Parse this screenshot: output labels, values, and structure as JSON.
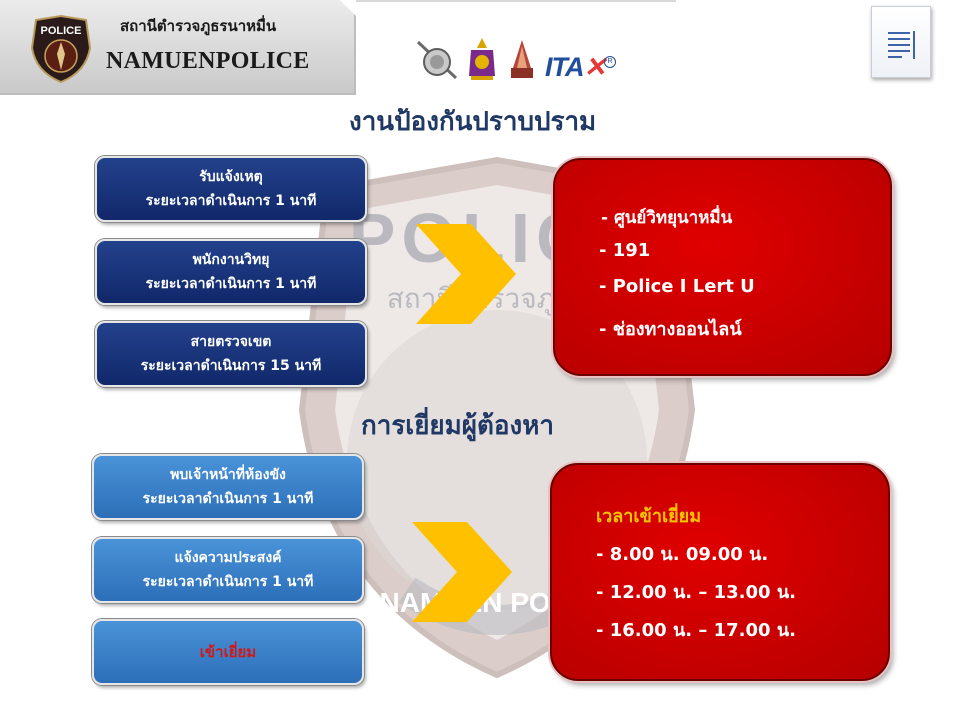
{
  "header": {
    "station_name_th": "สถานีตำรวจภูธรนาหมื่น",
    "station_name_en": "NAMUENPOLICE",
    "badge_text": "POLICE",
    "logos": [
      "emblem-icon",
      "royal-crest-icon",
      "temple-icon",
      "itax-logo"
    ],
    "itax_text": "ITA",
    "itax_reg": "R"
  },
  "watermark": {
    "text_en": "POLICE",
    "text_th": "สถานีตำรวจภูธร",
    "text_bottom": "NAMUEN POLICE"
  },
  "section1": {
    "title": "งานป้องกันปราบปราม",
    "steps": [
      {
        "title": "รับแจ้งเหตุ",
        "time": "ระยะเวลาดำเนินการ 1 นาที"
      },
      {
        "title": "พนักงานวิทยุ",
        "time": "ระยะเวลาดำเนินการ 1 นาที"
      },
      {
        "title": "สายตรวจเขต",
        "time": "ระยะเวลาดำเนินการ 15 นาที"
      }
    ],
    "channels": [
      "- ศูนย์วิทยุนาหมื่น",
      "- 191",
      "- Police I Lert U",
      "- ช่องทางออนไลน์"
    ]
  },
  "section2": {
    "title": "การเยี่ยมผู้ต้องหา",
    "steps": [
      {
        "title": "พบเจ้าหน้าที่ห้องขัง",
        "time": "ระยะเวลาดำเนินการ 1 นาที"
      },
      {
        "title": "แจ้งความประสงค์",
        "time": "ระยะเวลาดำเนินการ 1 นาที"
      },
      {
        "title": "เข้าเยี่ยม"
      }
    ],
    "visit_title": "เวลาเข้าเยี่ยม",
    "visit_times": [
      "- 8.00 น. 09.00 น.",
      "- 12.00 น. – 13.00 น.",
      "- 16.00 น. – 17.00 น."
    ]
  },
  "colors": {
    "navy": "#11286a",
    "blue": "#2c6fb8",
    "red": "#c00000",
    "arrow": "#ffc000",
    "heading": "#1f3864"
  }
}
